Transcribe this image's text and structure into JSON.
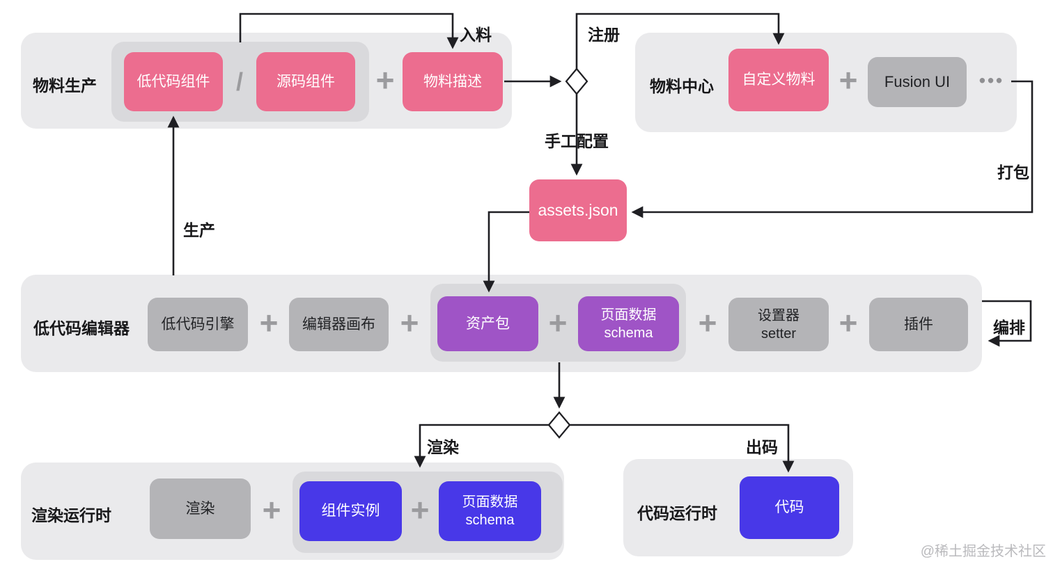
{
  "colors": {
    "pink": "#EC6D8F",
    "purple": "#9F54C6",
    "blue": "#4838E8",
    "gray_box": "#B4B4B7",
    "group_bg": "#EAEAEC",
    "subgroup_bg": "#D9D9DC",
    "line": "#1F1F23"
  },
  "groups": {
    "material_production": {
      "label": "物料生产"
    },
    "material_center": {
      "label": "物料中心"
    },
    "lowcode_editor": {
      "label": "低代码编辑器"
    },
    "render_runtime": {
      "label": "渲染运行时"
    },
    "code_runtime": {
      "label": "代码运行时"
    }
  },
  "nodes": {
    "lowcode_component": {
      "label": "低代码组件",
      "color": "pink"
    },
    "source_component": {
      "label": "源码组件",
      "color": "pink"
    },
    "material_description": {
      "label": "物料描述",
      "color": "pink"
    },
    "custom_material": {
      "label": "自定义物料",
      "color": "pink"
    },
    "fusion_ui": {
      "label": "Fusion UI",
      "color": "gray"
    },
    "assets_json": {
      "label": "assets.json",
      "color": "pink"
    },
    "lowcode_engine": {
      "label": "低代码引擎",
      "color": "gray"
    },
    "editor_canvas": {
      "label": "编辑器画布",
      "color": "gray"
    },
    "asset_package": {
      "label": "资产包",
      "color": "purple"
    },
    "page_schema_editor": {
      "line1": "页面数据",
      "line2": "schema",
      "color": "purple"
    },
    "setter": {
      "line1": "设置器",
      "line2": "setter",
      "color": "gray"
    },
    "plugin": {
      "label": "插件",
      "color": "gray"
    },
    "render": {
      "label": "渲染",
      "color": "gray"
    },
    "component_instance": {
      "label": "组件实例",
      "color": "blue"
    },
    "page_schema_runtime": {
      "line1": "页面数据",
      "line2": "schema",
      "color": "blue"
    },
    "code": {
      "label": "代码",
      "color": "blue"
    }
  },
  "edge_labels": {
    "ingest": "入料",
    "register": "注册",
    "manual_config": "手工配置",
    "package": "打包",
    "produce": "生产",
    "orchestrate": "编排",
    "render": "渲染",
    "outcode": "出码"
  },
  "operators": {
    "slash": "/",
    "plus": "+",
    "ellipsis": "•••"
  },
  "watermark": {
    "text": "@稀土掘金技术社区"
  }
}
